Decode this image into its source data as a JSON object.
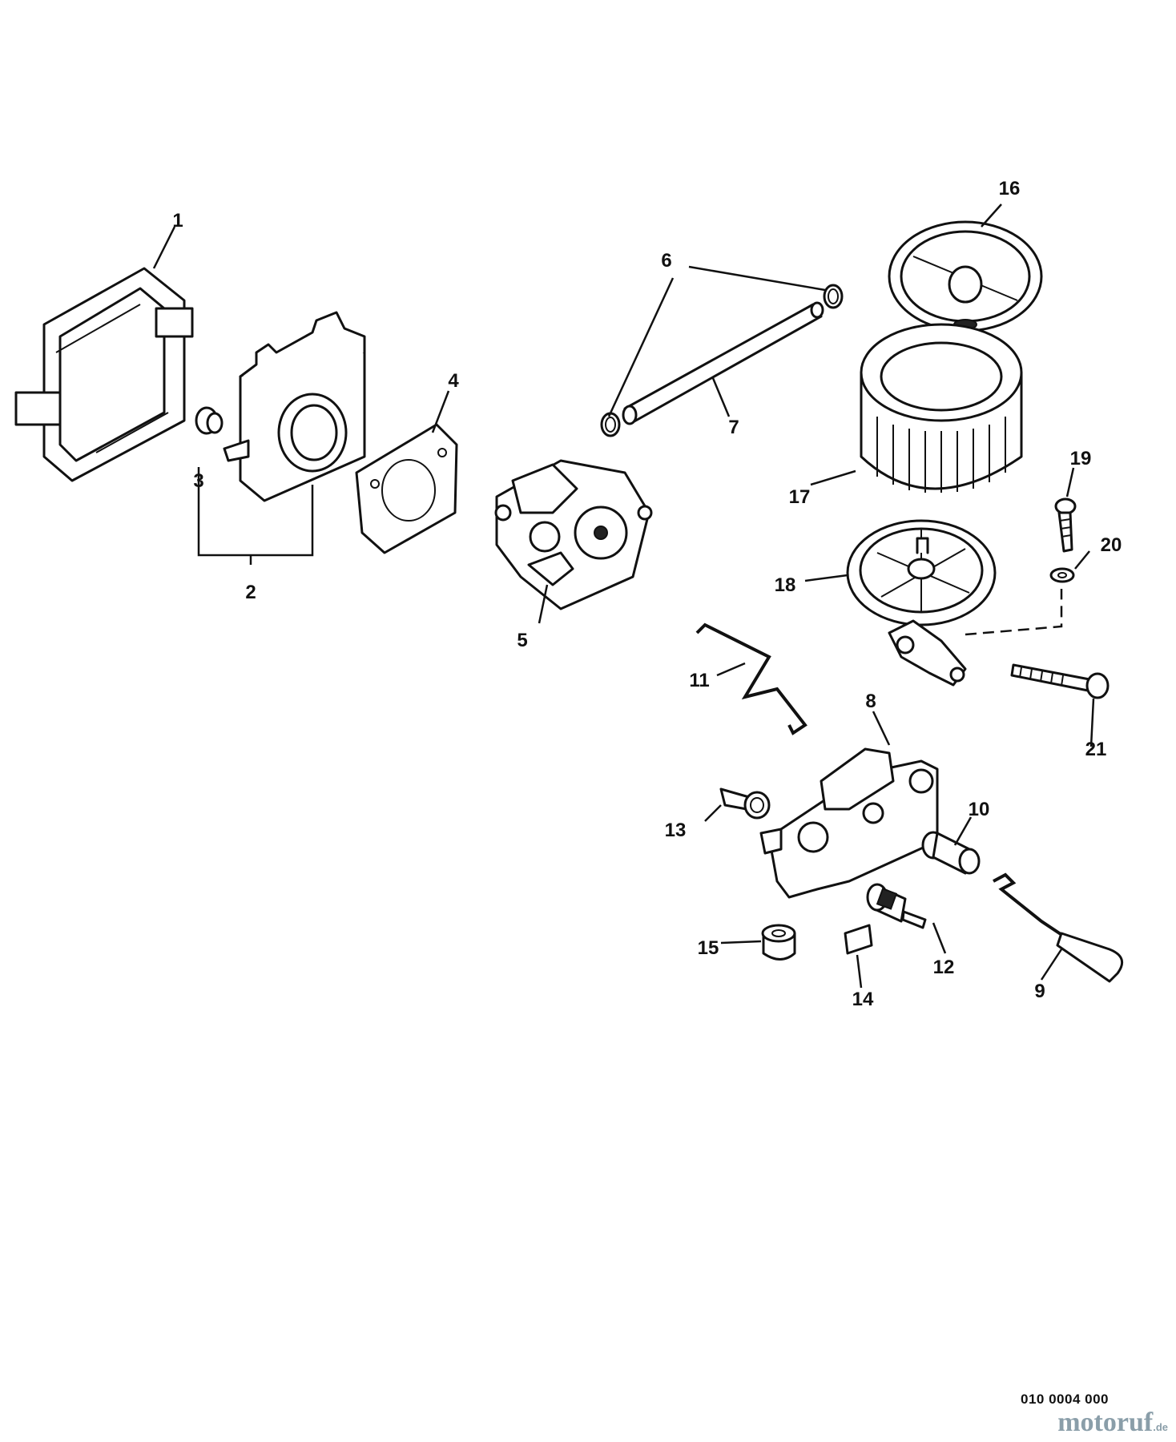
{
  "diagram": {
    "callouts": [
      "1",
      "2",
      "3",
      "4",
      "5",
      "6",
      "7",
      "8",
      "9",
      "10",
      "11",
      "12",
      "13",
      "14",
      "15",
      "16",
      "17",
      "18",
      "19",
      "20",
      "21"
    ],
    "reference_code": "010 0004 000",
    "watermark": {
      "brand": "motoruf",
      "tld": ".de",
      "accent": "#e08a1e",
      "color": "#8a9ea9"
    }
  }
}
